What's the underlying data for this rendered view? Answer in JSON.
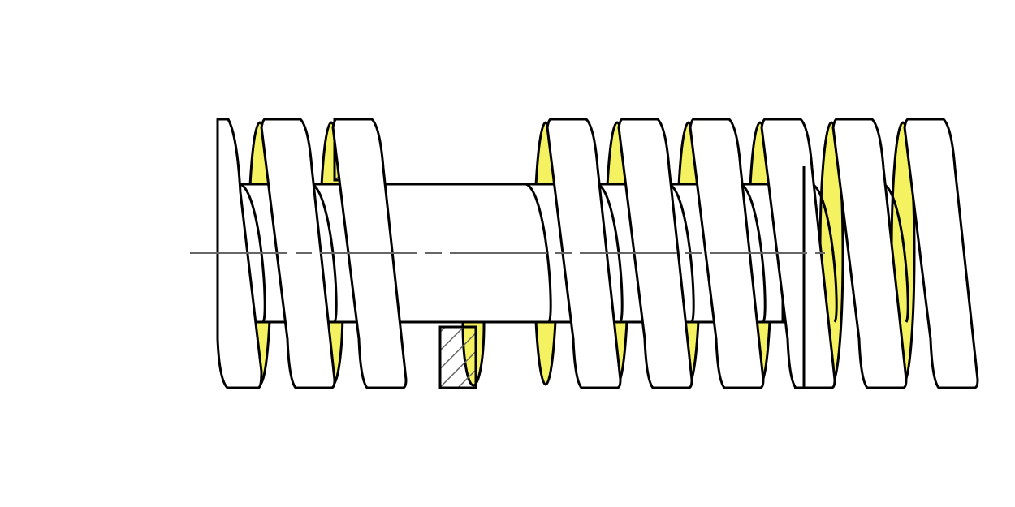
{
  "diagram": {
    "subject": "threaded-screw-with-nut-section",
    "colors": {
      "background": "#ffffff",
      "stroke": "#000000",
      "thread_flank": "#f5f262",
      "centerline": "#666666",
      "hatch": "#666666"
    },
    "thread": {
      "coil_count": 8,
      "nut_gap_after_coil": 2,
      "nut_gap_size": 2
    },
    "nut_section": {
      "hatched": true
    }
  }
}
